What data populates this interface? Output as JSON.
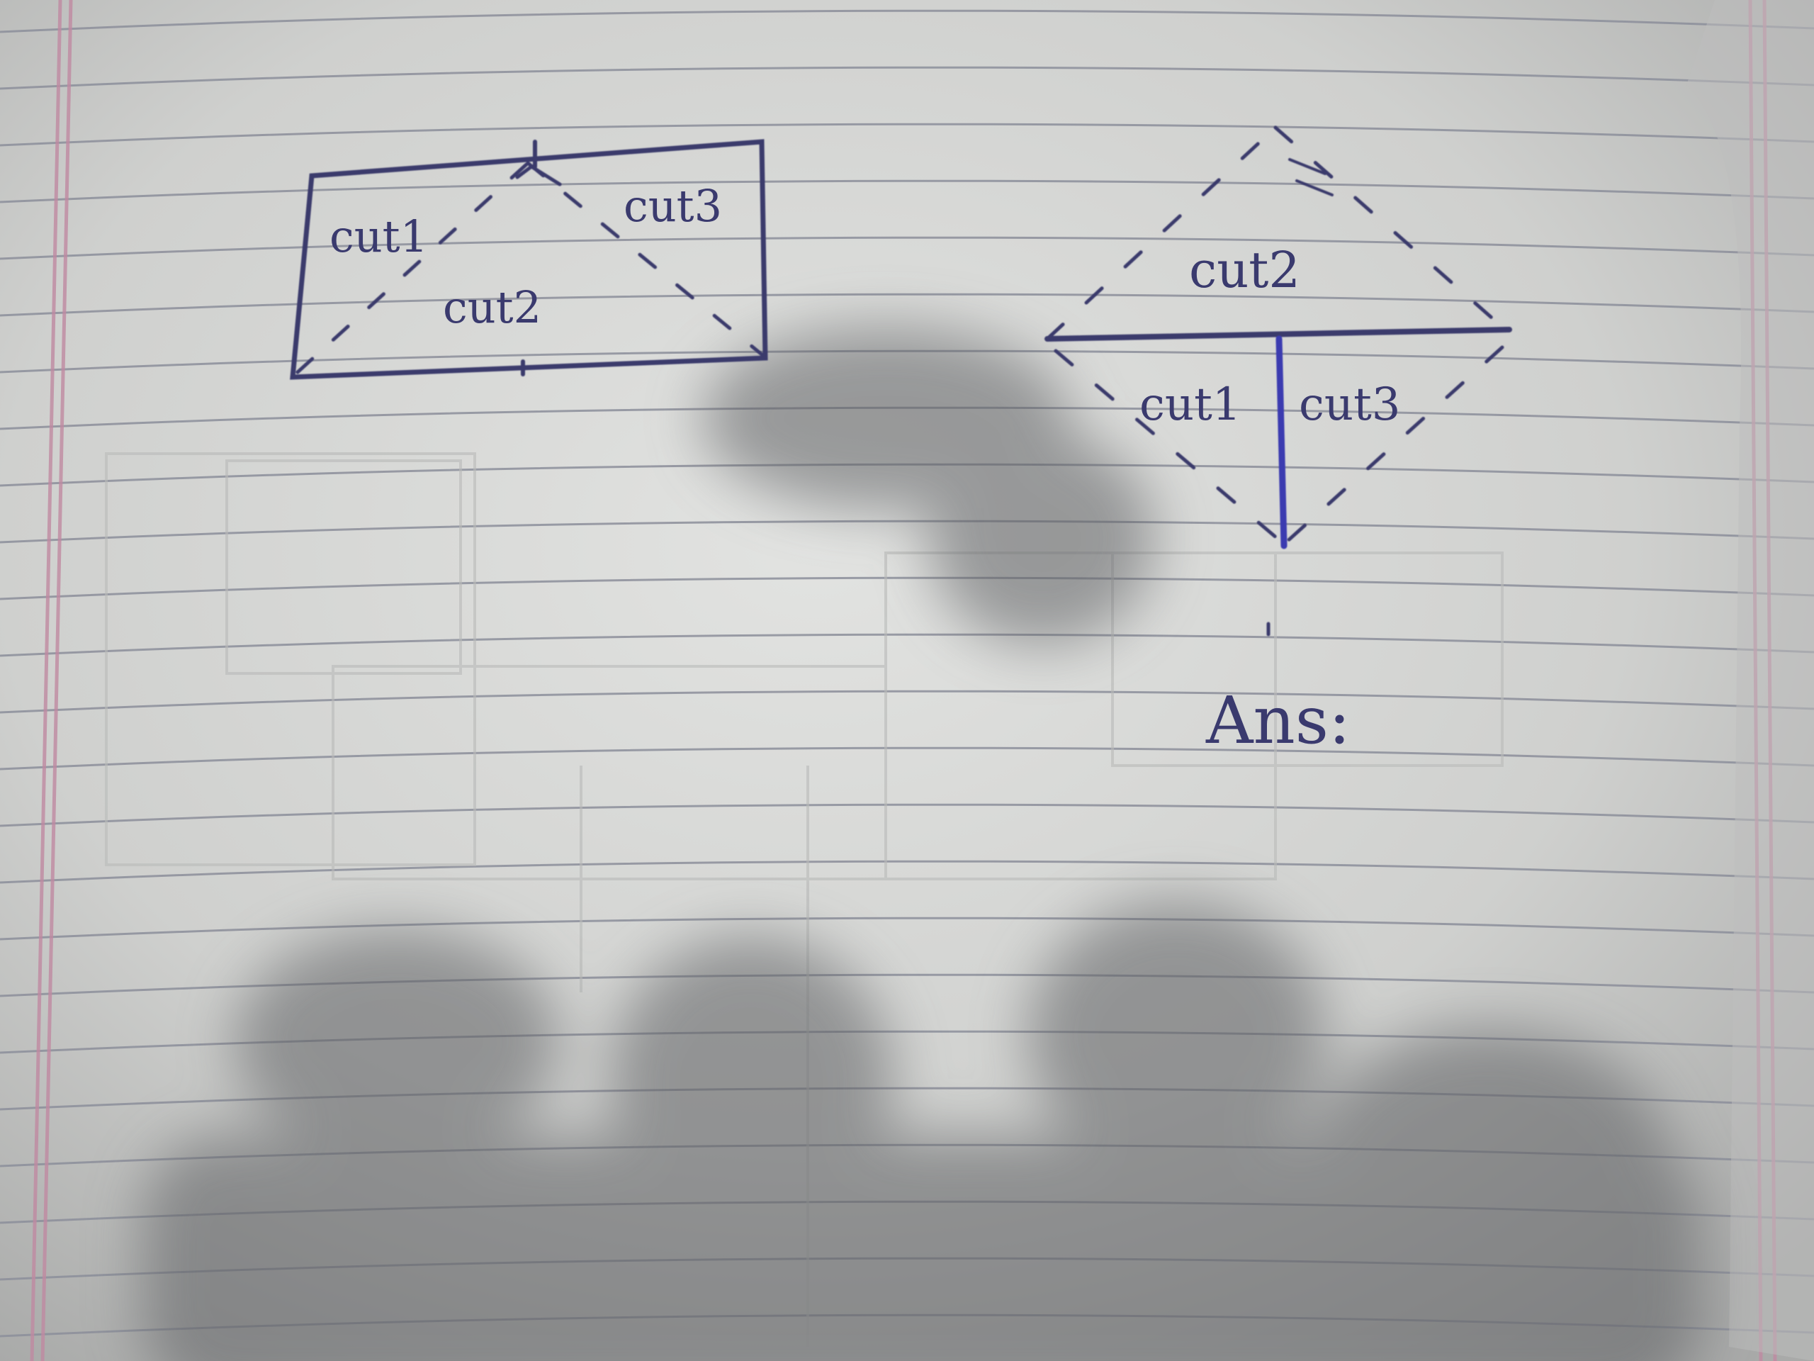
{
  "page": {
    "paper_color": "#d5d6d4",
    "line_color": "#8a8d9a",
    "margin_color": "#c48aa0",
    "ink_color": "#3b3a6c",
    "shadow_color": "#6f7072"
  },
  "figure_left": {
    "label_cut1": "cut1",
    "label_cut2": "cut2",
    "label_cut3": "cut3"
  },
  "figure_right": {
    "label_cut1": "cut1",
    "label_cut2": "cut2",
    "label_cut3": "cut3"
  },
  "answer": {
    "label": "Ans:"
  }
}
